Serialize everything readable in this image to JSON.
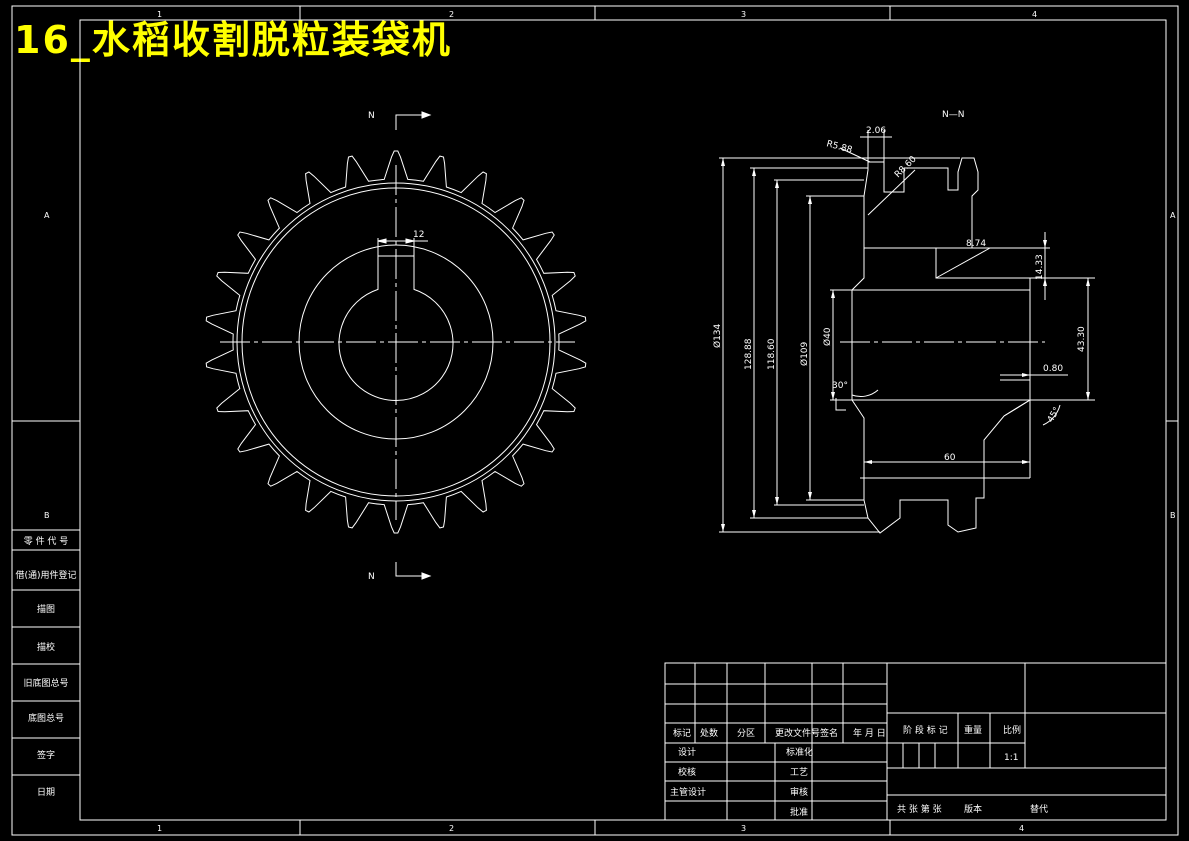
{
  "title": "16_水稻收割脱粒装袋机",
  "colors": {
    "background": "#000000",
    "lines": "#ffffff",
    "title": "#ffff00"
  },
  "zones": {
    "columns": [
      "1",
      "2",
      "3",
      "4"
    ],
    "rows": [
      "A",
      "B"
    ]
  },
  "section_markers": {
    "front_top": "N",
    "front_bottom": "N",
    "side_top": "N—N"
  },
  "front_view": {
    "keyway_width": "12",
    "teeth": 26
  },
  "side_view": {
    "dims": {
      "d134": "Ø134",
      "d128": "128.88",
      "d118": "118.60",
      "d109": "Ø109",
      "d40": "Ø40",
      "r5": "R5.88",
      "w2": "2.06",
      "r8": "R8.60",
      "w874": "8.74",
      "h1433": "14.33",
      "h4330": "43.30",
      "v080": "0.80",
      "len60": "60",
      "ang45": "45°",
      "ang30": "30°"
    }
  },
  "left_sidebar": [
    "零 件 代 号",
    "借(通)用件登记",
    "描图",
    "描校",
    "旧底图总号",
    "底图总号",
    "签字",
    "日期"
  ],
  "title_block": {
    "header": [
      "标记",
      "处数",
      "分区",
      "更改文件号",
      "签名",
      "年 月 日"
    ],
    "rows_left": [
      "设计",
      "校核",
      "主管设计"
    ],
    "rows_mid": [
      "标准化",
      "工艺",
      "审核",
      "批准"
    ],
    "stage_header": [
      "阶 段 标 记",
      "重量",
      "比例"
    ],
    "scale": "1:1",
    "footer": [
      "共  张 第  张",
      "版本",
      "替代"
    ]
  }
}
